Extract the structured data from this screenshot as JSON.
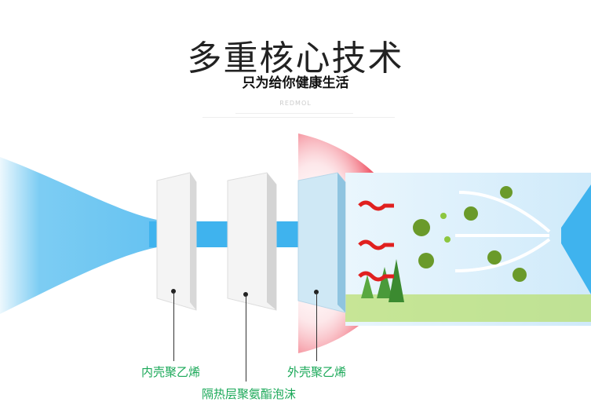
{
  "header": {
    "title": "多重核心技术",
    "subtitle": "只为给你健康生活",
    "brand": "REDMOL"
  },
  "labels": {
    "inner_shell": "内壳聚乙烯",
    "insulation": "隔热层聚氨酯泡沫",
    "outer_shell": "外壳聚乙烯"
  },
  "colors": {
    "airflow": "#3fb3ee",
    "heat_glow": "#f06070",
    "label_green": "#1aa858",
    "heat_arrow": "#e0201f"
  }
}
